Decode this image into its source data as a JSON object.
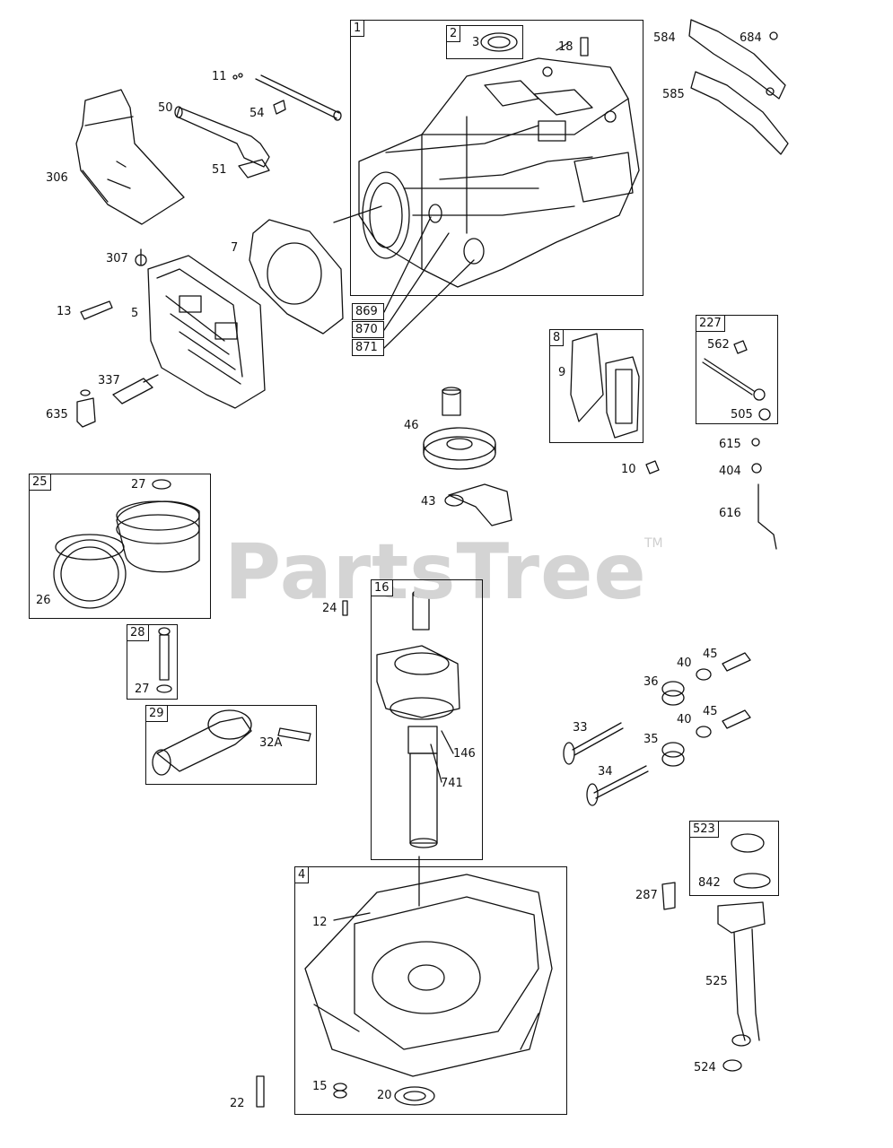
{
  "watermark": {
    "text": "PartsTree",
    "mark": "TM"
  },
  "boxes": {
    "b1": "1",
    "b2": "2",
    "b8": "8",
    "b227": "227",
    "b25": "25",
    "b28": "28",
    "b29": "29",
    "b16": "16",
    "b4": "4",
    "b523": "523"
  },
  "tags": {
    "t869": "869",
    "t870": "870",
    "t871": "871"
  },
  "labels": {
    "l3": "3",
    "l18": "18",
    "l584": "584",
    "l684": "684",
    "l585": "585",
    "l11": "11",
    "l50": "50",
    "l54": "54",
    "l51": "51",
    "l306": "306",
    "l7": "7",
    "l307": "307",
    "l13": "13",
    "l5": "5",
    "l337": "337",
    "l635": "635",
    "l9": "9",
    "l562": "562",
    "l505": "505",
    "l46": "46",
    "l43": "43",
    "l10": "10",
    "l615": "615",
    "l404": "404",
    "l616": "616",
    "l27a": "27",
    "l26": "26",
    "l27b": "27",
    "l24": "24",
    "l32A": "32A",
    "l146": "146",
    "l741": "741",
    "l40a": "40",
    "l45a": "45",
    "l36": "36",
    "l33": "33",
    "l40b": "40",
    "l45b": "45",
    "l35": "35",
    "l34": "34",
    "l842": "842",
    "l287": "287",
    "l525": "525",
    "l524": "524",
    "l12": "12",
    "l15": "15",
    "l20": "20",
    "l22": "22"
  }
}
